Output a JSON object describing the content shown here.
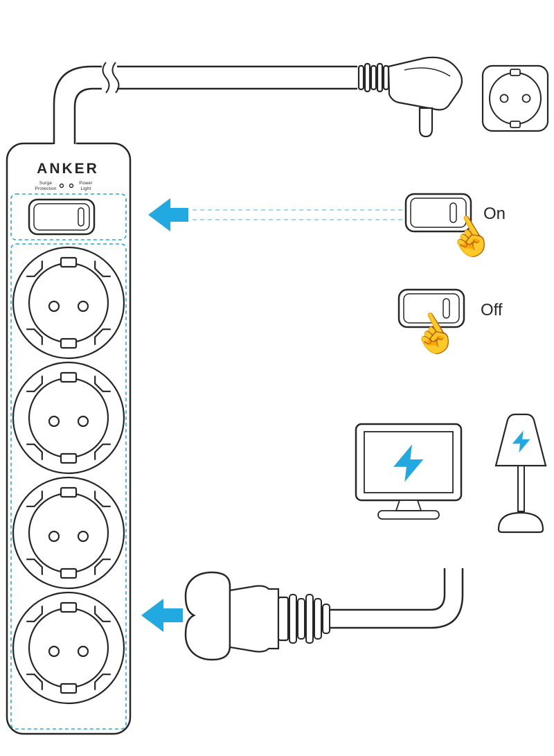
{
  "colors": {
    "accent_blue": "#23A9E1",
    "dash_blue": "#8FD4F1",
    "line": "#262626"
  },
  "brand": {
    "logo_text": "ANKER"
  },
  "strip": {
    "indicator_left_line1": "Surge",
    "indicator_left_line2": "Protection",
    "indicator_right_line1": "Power",
    "indicator_right_line2": "Light"
  },
  "switch_labels": {
    "on": "On",
    "off": "Off"
  },
  "icons": {
    "hand_pointer": "☝"
  }
}
